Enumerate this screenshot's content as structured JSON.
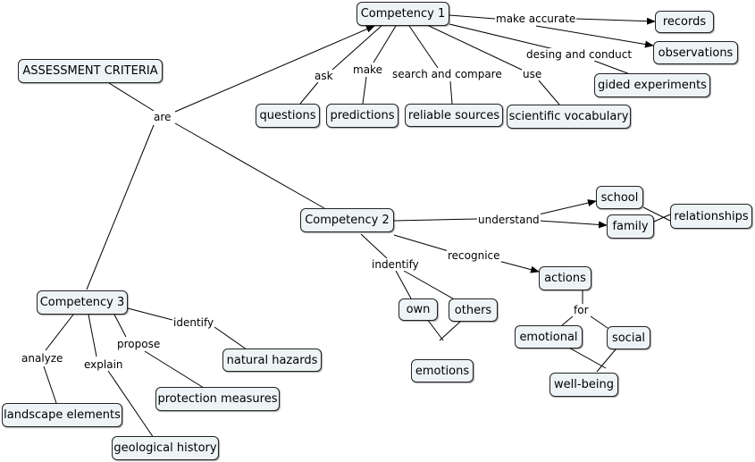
{
  "nodes": {
    "assessment": "ASSESSMENT CRITERIA",
    "comp1": "Competency 1",
    "comp2": "Competency 2",
    "comp3": "Competency 3",
    "records": "records",
    "observations": "observations",
    "gided_experiments": "gided experiments",
    "questions": "questions",
    "predictions": "predictions",
    "reliable_sources": "reliable sources",
    "scientific_vocabulary": "scientific vocabulary",
    "school": "school",
    "family": "family",
    "relationships": "relationships",
    "actions": "actions",
    "own": "own",
    "others": "others",
    "emotions": "emotions",
    "emotional": "emotional",
    "social": "social",
    "well_being": "well-being",
    "natural_hazards": "natural hazards",
    "protection_measures": "protection measures",
    "landscape_elements": "landscape elements",
    "geological_history": "geological history"
  },
  "links": {
    "are": "are",
    "make_accurate": "make accurate",
    "desing_and_conduct": "desing and conduct",
    "ask": "ask",
    "make": "make",
    "search_and_compare": "search and compare",
    "use": "use",
    "understand": "understand",
    "indentify": "indentify",
    "recognice": "recognice",
    "for": "for",
    "identify": "identify",
    "propose": "propose",
    "analyze": "analyze",
    "explain": "explain"
  }
}
